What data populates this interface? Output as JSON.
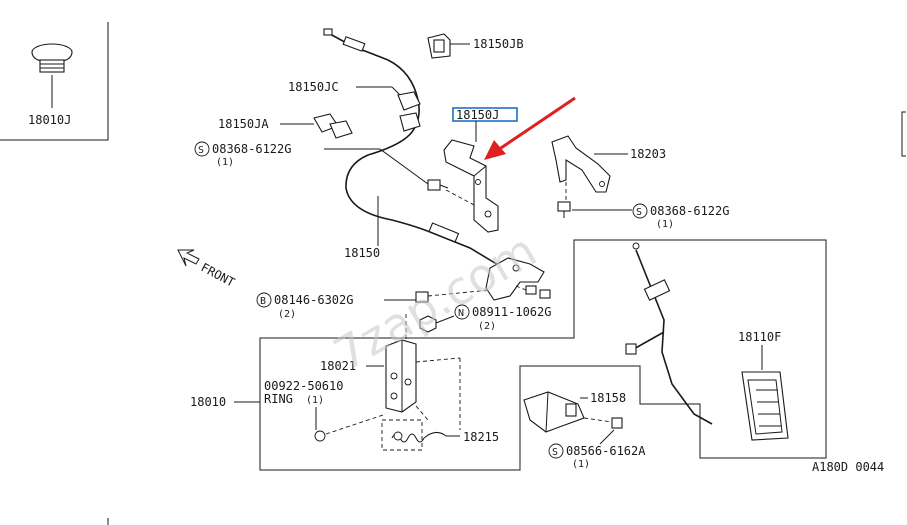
{
  "diagram": {
    "code": "A180D 0044",
    "watermark": "7zap.com",
    "front_label": "FRONT",
    "parts": {
      "p18010J": "18010J",
      "p18150JB": "18150JB",
      "p18150JC": "18150JC",
      "p18150JA": "18150JA",
      "p18150J": "18150J",
      "p18203": "18203",
      "p18150": "18150",
      "p18110F": "18110F",
      "p18021": "18021",
      "p18010": "18010",
      "p18158": "18158",
      "p18215": "18215"
    },
    "fasteners": {
      "bolt_left": {
        "marker": "S",
        "number": "08368-6122G",
        "qty": "(1)"
      },
      "bolt_right": {
        "marker": "S",
        "number": "08368-6122G",
        "qty": "(1)"
      },
      "bolt_b": {
        "marker": "B",
        "number": "08146-6302G",
        "qty": "(2)"
      },
      "nut_n": {
        "marker": "N",
        "number": "08911-1062G",
        "qty": "(2)"
      },
      "screw_s": {
        "marker": "S",
        "number": "08566-6162A",
        "qty": "(1)"
      }
    },
    "ring": {
      "number": "00922-50610",
      "label": "RING",
      "qty": "(1)"
    },
    "highlight_color": "#1e6fc8",
    "arrow_color": "#e02020"
  }
}
